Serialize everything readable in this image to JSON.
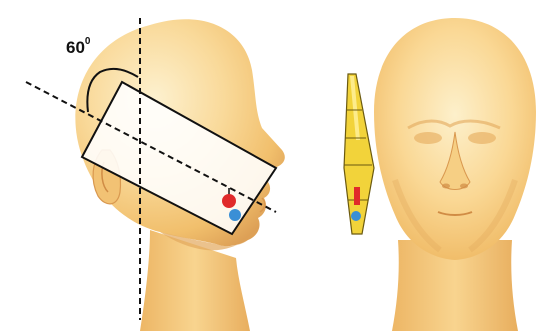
{
  "figure": {
    "angle_label": "60",
    "angle_unit": "0",
    "colors": {
      "skin_light": "#FBE3A8",
      "skin_mid": "#F5C978",
      "skin_dark": "#E0A35A",
      "phone_outline": "#111111",
      "phone_side_fill": "#F2D33A",
      "feed_red": "#E02A2A",
      "feed_blue": "#3A8FD6"
    },
    "views": [
      "side-view",
      "front-view"
    ]
  }
}
